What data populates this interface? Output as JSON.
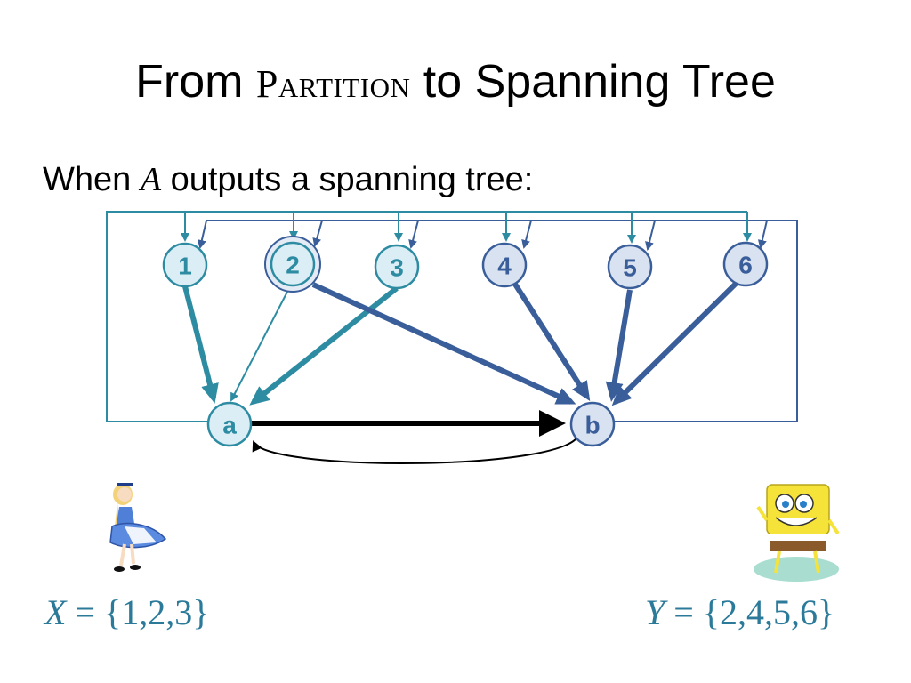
{
  "slide": {
    "title_pre": "From ",
    "title_sc": "Partition",
    "title_post": " to Spanning Tree",
    "subtitle_pre": "When ",
    "subtitle_var": "A",
    "subtitle_post": " outputs a spanning tree:"
  },
  "nodes": {
    "n1": "1",
    "n2": "2",
    "n3": "3",
    "n4": "4",
    "n5": "5",
    "n6": "6",
    "a": "a",
    "b": "b"
  },
  "sets": {
    "x_var": "X",
    "x_rest": " = {1,2,3}",
    "y_var": "Y",
    "y_rest": " = {2,4,5,6}"
  },
  "colors": {
    "teal": "#2e8ca2",
    "navy": "#3a5e9a",
    "node_fill_light": "#dbeef6",
    "node_fill_blue": "#d9e2f1",
    "black": "#000000"
  }
}
